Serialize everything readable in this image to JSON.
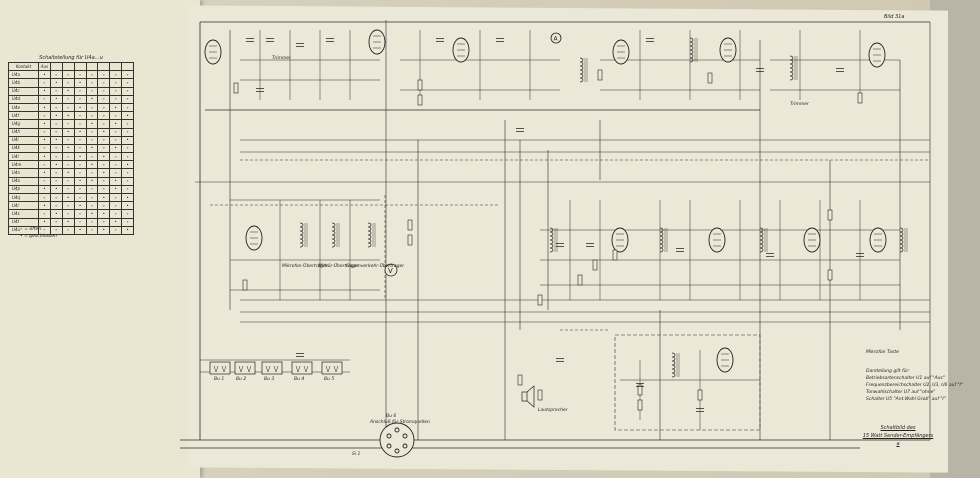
{
  "switch_table": {
    "title": "Schaltstellung für U4a…u",
    "headers": [
      "Kontakt",
      "Aus",
      "",
      "",
      "",
      "",
      "",
      "",
      ""
    ],
    "rows": [
      {
        "k": "U4a",
        "c": [
          "•",
          "∘",
          "∘",
          "∘",
          "∘",
          "∘",
          "∘",
          "∘"
        ]
      },
      {
        "k": "U4b",
        "c": [
          "∘",
          "•",
          "∘",
          "•",
          "∘",
          "∘",
          "∘",
          "∘"
        ]
      },
      {
        "k": "U4c",
        "c": [
          "•",
          "∘",
          "•",
          "∘",
          "∘",
          "∘",
          "∘",
          "∘"
        ]
      },
      {
        "k": "U4d",
        "c": [
          "∘",
          "•",
          "∘",
          "∘",
          "•",
          "∘",
          "∘",
          "∘"
        ]
      },
      {
        "k": "U4e",
        "c": [
          "•",
          "∘",
          "∘",
          "•",
          "∘",
          "∘",
          "•",
          "∘"
        ]
      },
      {
        "k": "U4f",
        "c": [
          "∘",
          "•",
          "•",
          "∘",
          "∘",
          "∘",
          "∘",
          "•"
        ]
      },
      {
        "k": "U4g",
        "c": [
          "•",
          "∘",
          "∘",
          "∘",
          "•",
          "∘",
          "•",
          "∘"
        ]
      },
      {
        "k": "U4h",
        "c": [
          "∘",
          "∘",
          "•",
          "•",
          "∘",
          "•",
          "∘",
          "∘"
        ]
      },
      {
        "k": "U4i",
        "c": [
          "•",
          "•",
          "∘",
          "∘",
          "∘",
          "∘",
          "∘",
          "•"
        ]
      },
      {
        "k": "U4k",
        "c": [
          "∘",
          "∘",
          "•",
          "∘",
          "•",
          "∘",
          "•",
          "∘"
        ]
      },
      {
        "k": "U4l",
        "c": [
          "•",
          "∘",
          "∘",
          "•",
          "∘",
          "•",
          "∘",
          "∘"
        ]
      },
      {
        "k": "U4m",
        "c": [
          "∘",
          "•",
          "∘",
          "∘",
          "•",
          "∘",
          "∘",
          "•"
        ]
      },
      {
        "k": "U4n",
        "c": [
          "•",
          "∘",
          "•",
          "∘",
          "∘",
          "•",
          "∘",
          "∘"
        ]
      },
      {
        "k": "U4o",
        "c": [
          "∘",
          "∘",
          "∘",
          "•",
          "•",
          "∘",
          "•",
          "∘"
        ]
      },
      {
        "k": "U4p",
        "c": [
          "•",
          "•",
          "∘",
          "∘",
          "∘",
          "∘",
          "•",
          "∘"
        ]
      },
      {
        "k": "U4q",
        "c": [
          "∘",
          "∘",
          "•",
          "∘",
          "∘",
          "•",
          "∘",
          "•"
        ]
      },
      {
        "k": "U4r",
        "c": [
          "•",
          "∘",
          "∘",
          "•",
          "∘",
          "∘",
          "∘",
          "•"
        ]
      },
      {
        "k": "U4s",
        "c": [
          "∘",
          "•",
          "∘",
          "∘",
          "•",
          "•",
          "∘",
          "∘"
        ]
      },
      {
        "k": "U4t",
        "c": [
          "•",
          "∘",
          "•",
          "∘",
          "∘",
          "∘",
          "•",
          "∘"
        ]
      },
      {
        "k": "U4u",
        "c": [
          "∘",
          "∘",
          "∘",
          "•",
          "∘",
          "•",
          "∘",
          "•"
        ]
      }
    ]
  },
  "legend": {
    "open": "∘ = offen",
    "closed": "• = geschlossen"
  },
  "sheet_ref": "Bild 31a",
  "labels": {
    "transformers": [
      "Mikrofon-Übertrager",
      "Mithör-Übertrager",
      "Gegenverkehr-Übertrager"
    ],
    "sockets": [
      "Bu 1",
      "Bu 2",
      "Bu 3",
      "Bu 4",
      "Bu 5"
    ],
    "connector_title": "Bu 6",
    "connector_sub": "Anschluß für Stromquellen",
    "speaker": "Lautsprecher",
    "trimmer_top": "Trimmer",
    "trimmer_right": "Trimmer",
    "mikrofon": "Mikrofon Taste",
    "fuse": "Si 1"
  },
  "annotation": {
    "heading": "Darstellung gilt für:",
    "lines": [
      "Betriebsartenschalter U1 auf \"Aus\"",
      "Frequenzbereichschalter U2, U3, U6 auf \"I\"",
      "Tonwahlschalter U7 auf \"ohne\"",
      "Schalter U5 \"Ant.Wahl Grob\" auf \"I\""
    ]
  },
  "title_block": {
    "line1": "Schaltbild des",
    "line2": "15 Watt Sender-Empfängers a"
  },
  "colors": {
    "paper": "#ece8d8",
    "ink": "#222222",
    "backdrop": "#3a3a3a"
  }
}
